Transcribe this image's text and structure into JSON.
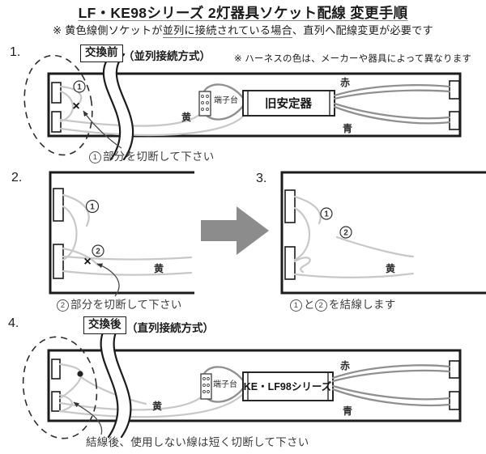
{
  "header": {
    "title": "LF・KE98シリーズ 2灯器具ソケット配線 変更手順",
    "subtitle_prefix": "※ 黄色線側ソケットが",
    "subtitle_underline": "並列に接続されている場合",
    "subtitle_suffix": "、直列へ配線変更が必要です"
  },
  "steps": {
    "s1": {
      "number": "1.",
      "badge": "交換前",
      "method": "（並列接続方式）",
      "harness_note": "※ ハーネスの色は、メーカーや器具によって異なります",
      "ballast": "旧安定器",
      "terminal": "端子台",
      "yellow": "黄",
      "red": "赤",
      "blue": "青",
      "mark1": "1",
      "cut_mark": "×",
      "caption_num": "1",
      "caption_text": "部分を切断して下さい"
    },
    "s2": {
      "number": "2.",
      "mark1": "1",
      "mark2": "2",
      "yellow": "黄",
      "cut_mark": "×",
      "caption_num": "2",
      "caption_text": "部分を切断して下さい"
    },
    "s3": {
      "number": "3.",
      "mark1": "1",
      "mark2": "2",
      "yellow": "黄",
      "caption_num1": "1",
      "caption_join": "と",
      "caption_num2": "2",
      "caption_text": "を結線します"
    },
    "s4": {
      "number": "4.",
      "badge": "交換後",
      "method": "（直列接続方式）",
      "ballast": "KE・LF98シリーズ",
      "terminal": "端子台",
      "yellow": "黄",
      "red": "赤",
      "blue": "青",
      "caption": "結線後、使用しない線は短く切断して下さい"
    }
  },
  "colors": {
    "wire-light": "#c8c8c8",
    "wire-mid": "#909090",
    "arrow-gray": "#8c8c8c",
    "ink": "#1c1c1c"
  }
}
